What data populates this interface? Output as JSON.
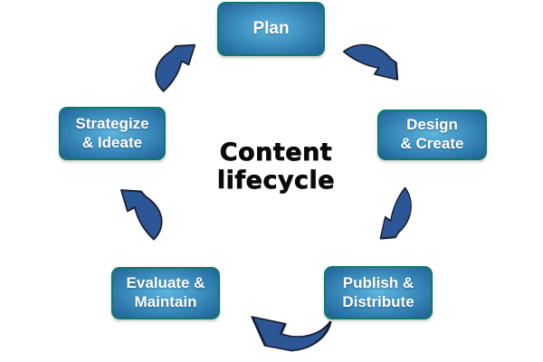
{
  "diagram": {
    "title": {
      "line1": "Content",
      "line2": "lifecycle"
    },
    "nodes": {
      "plan": {
        "line1": "Plan",
        "line2": ""
      },
      "design": {
        "line1": "Design",
        "line2": "& Create"
      },
      "publish": {
        "line1": "Publish &",
        "line2": "Distribute"
      },
      "evaluate": {
        "line1": "Evaluate &",
        "line2": "Maintain"
      },
      "strategize": {
        "line1": "Strategize",
        "line2": "& Ideate"
      }
    },
    "flow_direction": "clockwise",
    "arrows": [
      {
        "from": "plan",
        "to": "design"
      },
      {
        "from": "design",
        "to": "publish"
      },
      {
        "from": "publish",
        "to": "evaluate"
      },
      {
        "from": "evaluate",
        "to": "strategize"
      },
      {
        "from": "strategize",
        "to": "plan"
      }
    ],
    "colors": {
      "background": "#ffffff",
      "box_gradient_center": "#5db5dd",
      "box_gradient_mid": "#3a8abc",
      "box_gradient_edge": "#1d6095",
      "box_border": "#117a63",
      "box_text": "#ffffff",
      "arrow_fill": "#2d5697",
      "arrow_outline": "#1a1f2e",
      "title_text": "#0a0a0a"
    }
  }
}
